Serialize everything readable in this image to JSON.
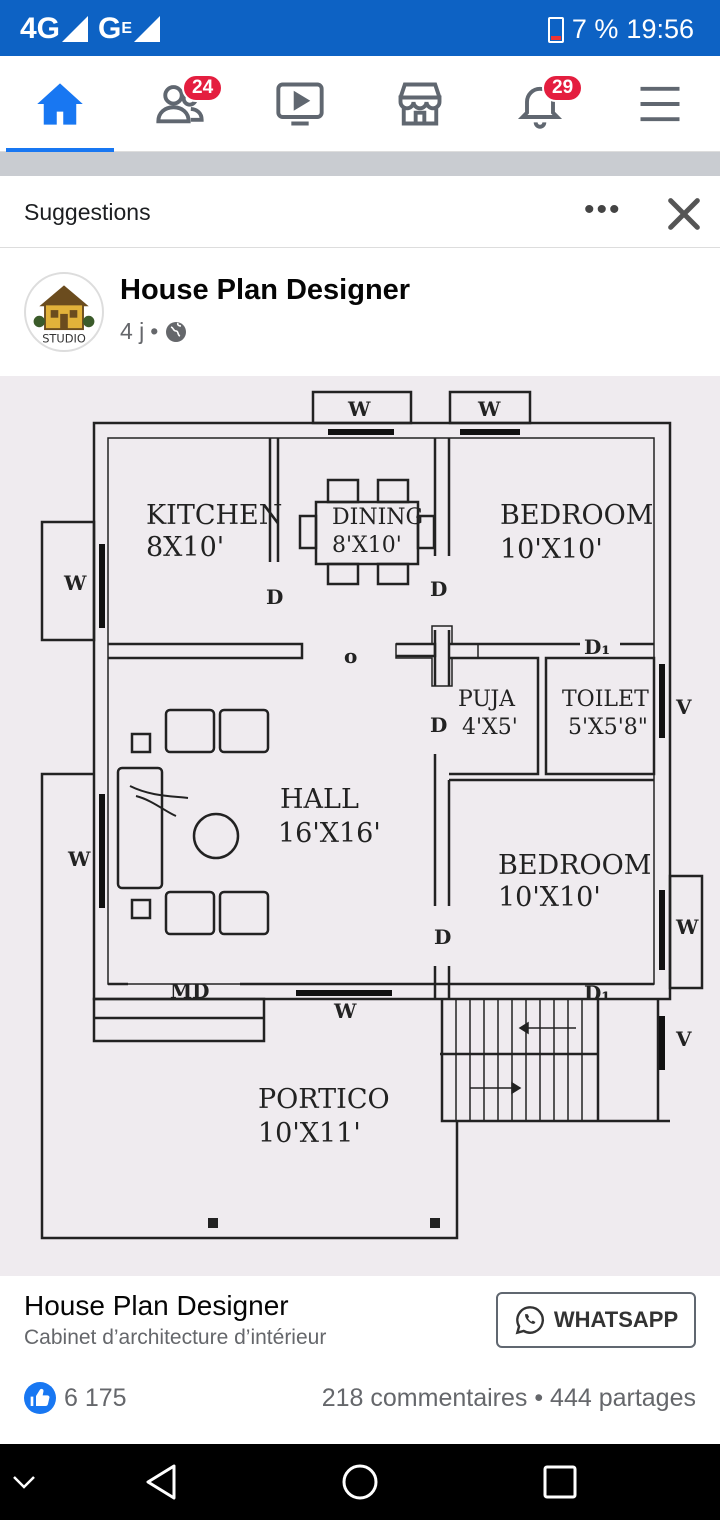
{
  "status_bar": {
    "network1": "4G",
    "network2": "G",
    "network2_sup": "E",
    "battery": "7 %",
    "time": "19:56"
  },
  "nav": {
    "friends_badge": "24",
    "notifications_badge": "29",
    "accent": "#1877f2"
  },
  "suggestions": {
    "title": "Suggestions",
    "more": "•••"
  },
  "post": {
    "page_name": "House Plan Designer",
    "time": "4 j",
    "separator": "•",
    "avatar_text": "STUDIO"
  },
  "plan": {
    "rooms": {
      "kitchen_name": "KITCHEN",
      "kitchen_size": "8X10'",
      "dining_name": "DINING",
      "dining_size": "8'X10'",
      "bedroom1_name": "BEDROOM",
      "bedroom1_size": "10'X10'",
      "puja_name": "PUJA",
      "puja_size": "4'X5'",
      "toilet_name": "TOILET",
      "toilet_size": "5'X5'8\"",
      "hall_name": "HALL",
      "hall_size": "16'X16'",
      "bedroom2_name": "BEDROOM",
      "bedroom2_size": "10'X10'",
      "portico_name": "PORTICO",
      "portico_size": "10'X11'"
    },
    "marks": {
      "w": "W",
      "d": "D",
      "d1": "D₁",
      "v": "V",
      "md": "MD",
      "o": "o"
    }
  },
  "cta": {
    "name": "House Plan Designer",
    "subtitle": "Cabinet d’architecture d’intérieur",
    "button": "WHATSAPP"
  },
  "stats": {
    "likes": "6 175",
    "comments_shares": "218 commentaires • 444 partages"
  }
}
